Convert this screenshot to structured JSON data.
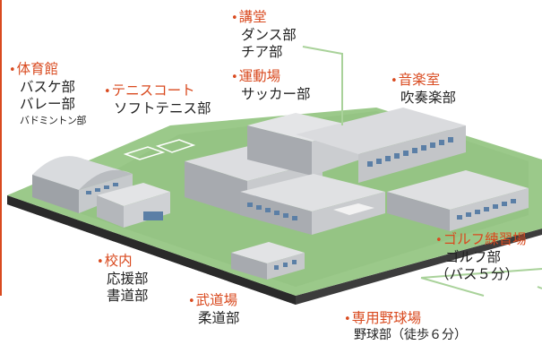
{
  "labels": {
    "kodo": {
      "title": "講堂",
      "clubs": [
        "ダンス部",
        "チア部"
      ]
    },
    "taiiku": {
      "title": "体育館",
      "clubs": [
        "バスケ部",
        "バレー部",
        "バドミントン部"
      ]
    },
    "tennis": {
      "title": "テニスコート",
      "clubs": [
        "ソフトテニス部"
      ]
    },
    "undo": {
      "title": "運動場",
      "clubs": [
        "サッカー部"
      ]
    },
    "ongaku": {
      "title": "音楽室",
      "clubs": [
        "吹奏楽部"
      ]
    },
    "golf": {
      "title": "ゴルフ練習場",
      "clubs": [
        "ゴルフ部",
        "（バス５分）"
      ]
    },
    "konai": {
      "title": "校内",
      "clubs": [
        "応援部",
        "書道部"
      ]
    },
    "budo": {
      "title": "武道場",
      "clubs": [
        "柔道部"
      ]
    },
    "yakyu": {
      "title": "専用野球場",
      "clubs": [
        "野球部（徒歩６分）"
      ]
    }
  },
  "bullet": "•",
  "colors": {
    "accent": "#d94a1f",
    "ground": "#9bc98a",
    "line": "#a9d29a"
  }
}
